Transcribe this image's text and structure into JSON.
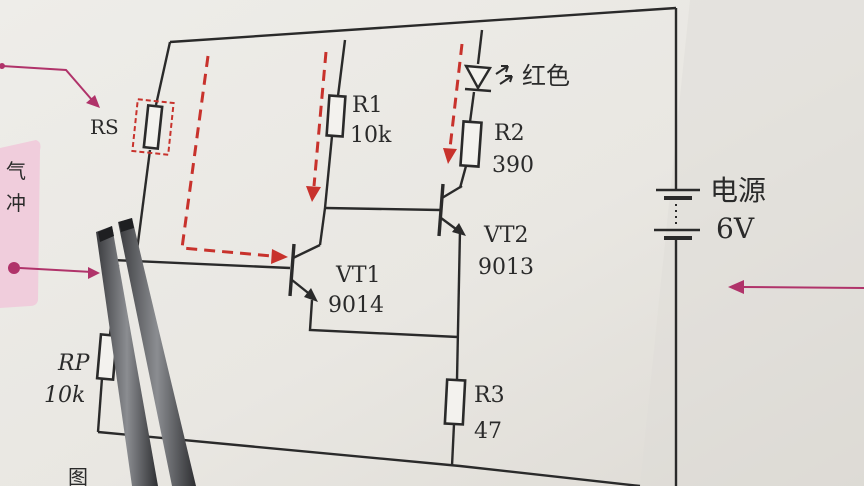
{
  "labels": {
    "rs": "RS",
    "r1_name": "R1",
    "r1_value": "10k",
    "led_color": "红色",
    "r2_name": "R2",
    "r2_value": "390",
    "power_name": "电源",
    "power_value": "6V",
    "vt2_name": "VT2",
    "vt2_type": "9013",
    "vt1_name": "VT1",
    "vt1_type": "9014",
    "rp_name": "RP",
    "rp_value": "10k",
    "r3_name": "R3",
    "r3_value": "47",
    "side_text_1": "气",
    "side_text_2": "冲",
    "bottom_text": "图"
  },
  "colors": {
    "paper": "#efeeea",
    "ink": "#2a2a2a",
    "current_arrow": "#c8322c",
    "pointer": "#b0336a",
    "sidebar_pink": "#f0cddc"
  }
}
